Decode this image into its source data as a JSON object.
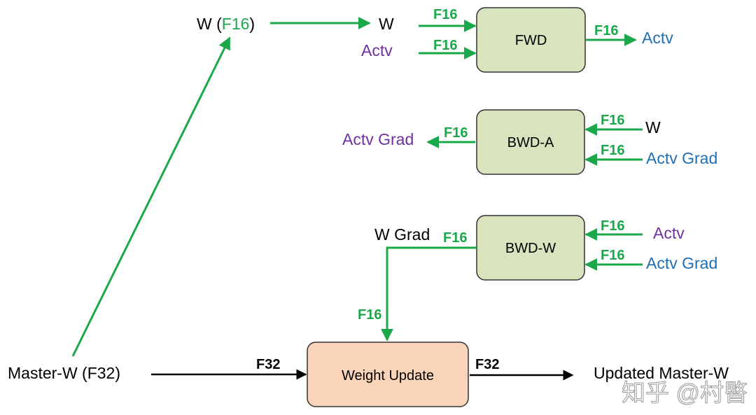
{
  "colors": {
    "green": "#1aa84a",
    "black": "#000000",
    "purple": "#7030a0",
    "blue": "#1f6fb4",
    "box_green_fill": "#d7e4bd",
    "box_orange_fill": "#fad4b8",
    "box_stroke": "#333333"
  },
  "boxes": {
    "fwd": "FWD",
    "bwd_a": "BWD-A",
    "bwd_w": "BWD-W",
    "weight_update": "Weight Update"
  },
  "labels": {
    "w_prefix": "W (",
    "w_f16": "F16",
    "w_suffix": ")",
    "w_in_fwd": "W",
    "actv_in_fwd": "Actv",
    "actv_out_fwd": "Actv",
    "actv_grad_out_bwd_a": "Actv Grad",
    "w_in_bwd_a": "W",
    "actv_grad_in_bwd_a": "Actv Grad",
    "w_grad": "W Grad",
    "actv_in_bwd_w": "Actv",
    "actv_grad_in_bwd_w": "Actv Grad",
    "master_w": "Master-W (F32)",
    "updated_master_w": "Updated Master-W"
  },
  "tags": {
    "f16": "F16",
    "f32": "F32"
  },
  "watermark": "知乎 @村暋"
}
